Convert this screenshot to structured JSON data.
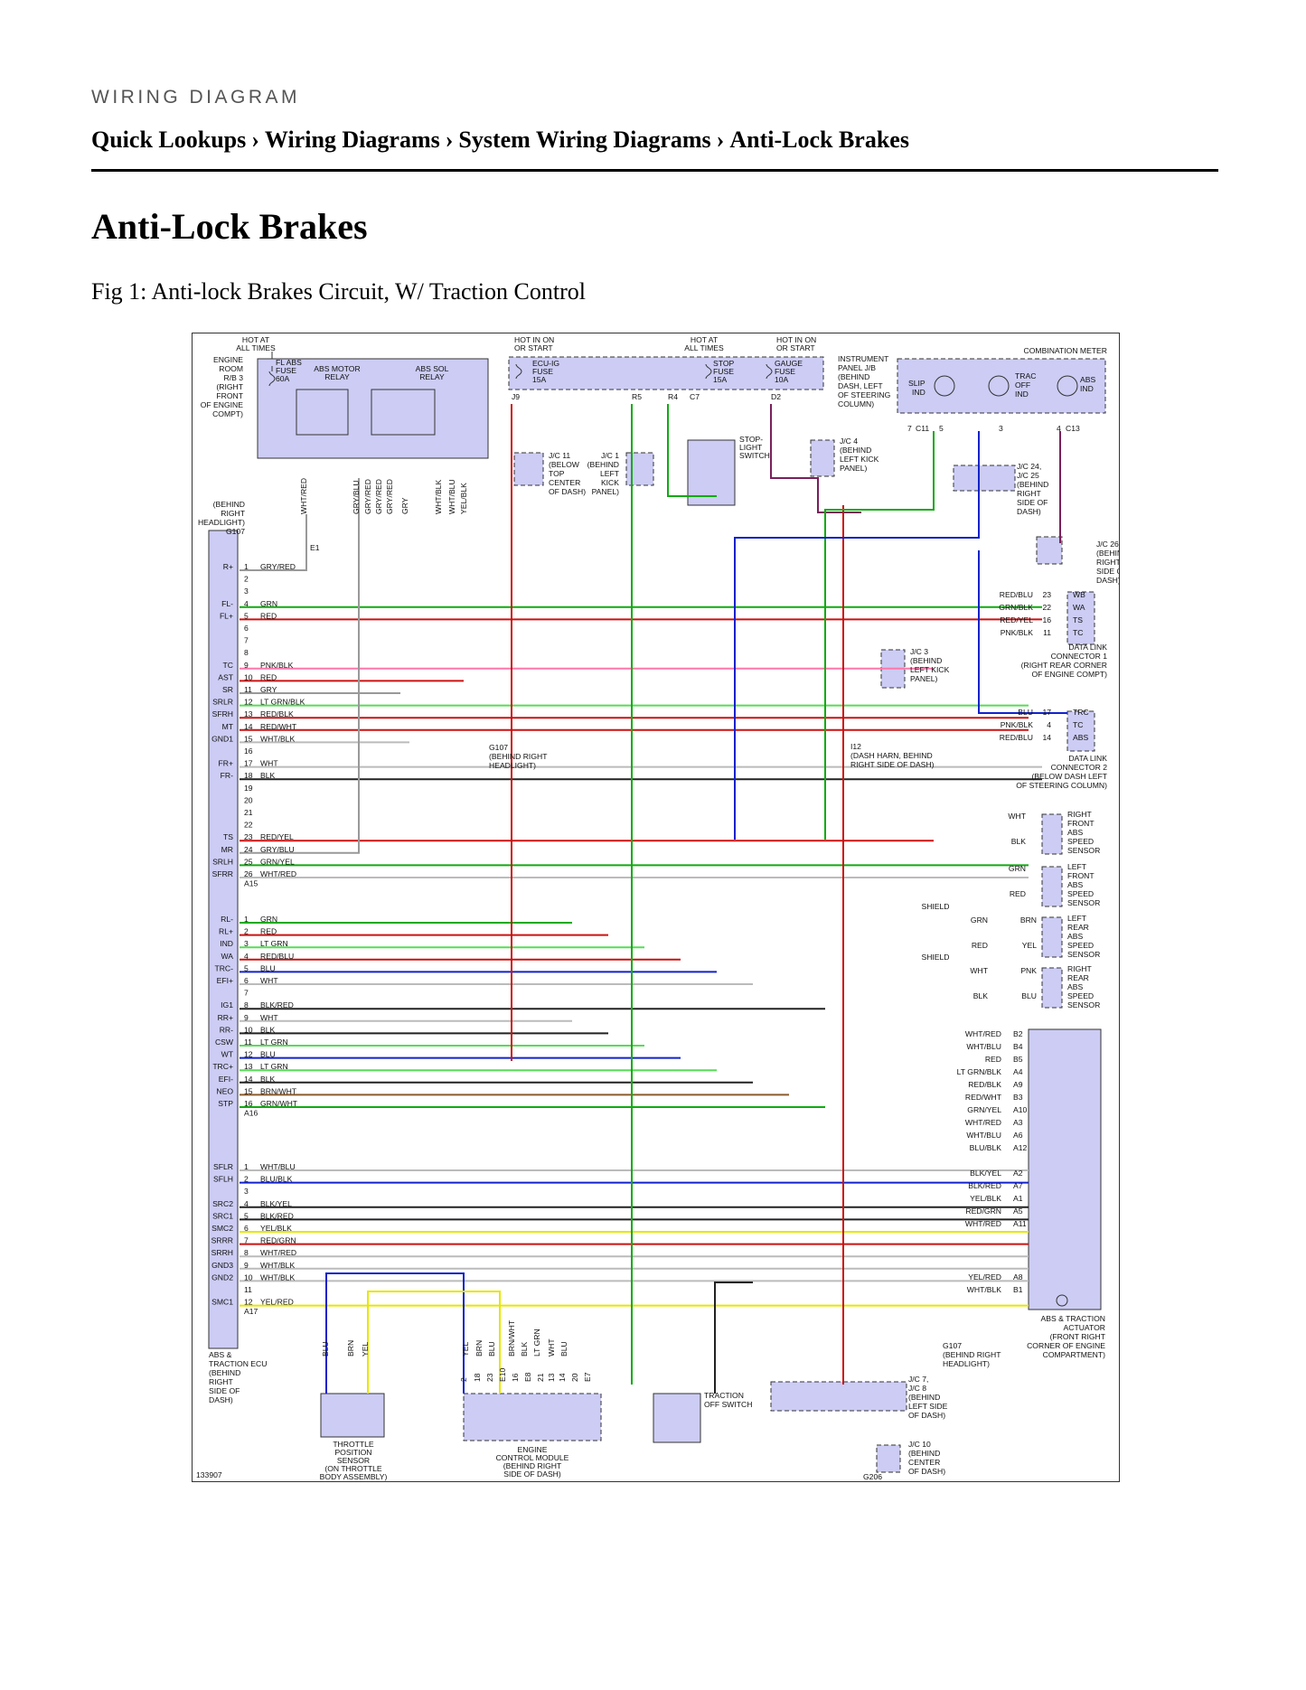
{
  "header": {
    "kicker": "WIRING DIAGRAM",
    "breadcrumb": [
      "Quick Lookups",
      "Wiring Diagrams",
      "System Wiring Diagrams",
      "Anti-Lock Brakes"
    ],
    "separator": "›"
  },
  "page_title": "Anti-Lock Brakes",
  "figure_caption": "Fig 1: Anti-lock Brakes Circuit, W/ Traction Control",
  "diagram": {
    "figure_id": "133907",
    "power": {
      "hot_all_times_left": [
        "HOT AT",
        "ALL TIMES"
      ],
      "hot_in_on_left": [
        "HOT IN ON",
        "OR START"
      ],
      "hot_all_times_mid": [
        "HOT AT",
        "ALL TIMES"
      ],
      "hot_in_on_right": [
        "HOT IN ON",
        "OR START"
      ]
    },
    "engine_room_rb": [
      "ENGINE",
      "ROOM",
      "R/B 3",
      "(RIGHT",
      "FRONT",
      "OF ENGINE",
      "COMPT)"
    ],
    "fl_abs_fuse": [
      "FL ABS",
      "FUSE",
      "60A"
    ],
    "abs_motor_relay": [
      "ABS MOTOR",
      "RELAY"
    ],
    "abs_sol_relay": [
      "ABS SOL",
      "RELAY"
    ],
    "ecu_ig_fuse": [
      "ECU-IG",
      "FUSE",
      "15A"
    ],
    "stop_fuse": [
      "STOP",
      "FUSE",
      "15A"
    ],
    "gauge_fuse": [
      "GAUGE",
      "FUSE",
      "10A"
    ],
    "instrument_jb": [
      "INSTRUMENT",
      "PANEL J/B",
      "(BEHIND",
      "DASH, LEFT",
      "OF STEERING",
      "COLUMN)"
    ],
    "combination_meter": "COMBINATION METER",
    "meter_lamps": [
      [
        "SLIP",
        "IND"
      ],
      [
        "TRAC",
        "OFF",
        "IND"
      ],
      [
        "ABS",
        "IND"
      ]
    ],
    "meter_pins": [
      "7",
      "C11",
      "5",
      "3",
      "4",
      "C13"
    ],
    "jb_pins": [
      "J9",
      "R5",
      "R4",
      "C7",
      "D2"
    ],
    "stop_light_switch": [
      "STOP-",
      "LIGHT",
      "SWITCH"
    ],
    "jc11": [
      "J/C 11",
      "(BELOW",
      "TOP",
      "CENTER",
      "OF DASH)"
    ],
    "jc1": [
      "J/C 1",
      "(BEHIND",
      "LEFT",
      "KICK",
      "PANEL)"
    ],
    "jc4": [
      "J/C 4",
      "(BEHIND",
      "LEFT KICK",
      "PANEL)"
    ],
    "jc24_25": [
      "J/C 24,",
      "J/C 25",
      "(BEHIND",
      "RIGHT",
      "SIDE OF",
      "DASH)"
    ],
    "jc26": [
      "J/C 26",
      "(BEHIND",
      "RIGHT",
      "SIDE OF",
      "DASH)"
    ],
    "jc3": [
      "J/C 3",
      "(BEHIND",
      "LEFT KICK",
      "PANEL)"
    ],
    "ground_g107_top": [
      "(BEHIND",
      "RIGHT",
      "HEADLIGHT)",
      "G107"
    ],
    "g107_mid": [
      "G107",
      "(BEHIND RIGHT",
      "HEADLIGHT)"
    ],
    "i12": [
      "I12",
      "(DASH HARN, BEHIND",
      "RIGHT SIDE OF DASH)"
    ],
    "data_link_1": [
      "DATA LINK",
      "CONNECTOR 1",
      "(RIGHT REAR CORNER",
      "OF ENGINE COMPT)"
    ],
    "data_link_2": [
      "DATA LINK",
      "CONNECTOR 2",
      "(BELOW DASH LEFT",
      "OF STEERING COLUMN)"
    ],
    "dlc1_pins": [
      {
        "wire": "RED/BLU",
        "pin": "23",
        "term": "WB"
      },
      {
        "wire": "GRN/BLK",
        "pin": "22",
        "term": "WA"
      },
      {
        "wire": "RED/YEL",
        "pin": "16",
        "term": "TS"
      },
      {
        "wire": "PNK/BLK",
        "pin": "11",
        "term": "TC"
      }
    ],
    "dlc2_pins": [
      {
        "wire": "BLU",
        "pin": "17",
        "term": "TRC"
      },
      {
        "wire": "PNK/BLK",
        "pin": "4",
        "term": "TC"
      },
      {
        "wire": "RED/BLU",
        "pin": "14",
        "term": "ABS"
      }
    ],
    "sensors": [
      {
        "name": [
          "RIGHT",
          "FRONT",
          "ABS",
          "SPEED",
          "SENSOR"
        ],
        "wires": [
          "WHT",
          "BLK"
        ]
      },
      {
        "name": [
          "LEFT",
          "FRONT",
          "ABS",
          "SPEED",
          "SENSOR"
        ],
        "wires": [
          "GRN",
          "RED"
        ]
      },
      {
        "name": [
          "LEFT",
          "REAR",
          "ABS",
          "SPEED",
          "SENSOR"
        ],
        "wires": [
          "GRN",
          "BRN",
          "RED",
          "YEL"
        ]
      },
      {
        "name": [
          "RIGHT",
          "REAR",
          "ABS",
          "SPEED",
          "SENSOR"
        ],
        "wires": [
          "WHT",
          "PNK",
          "BLK",
          "BLU"
        ]
      }
    ],
    "shield": "SHIELD",
    "ecu_label": [
      "ABS &",
      "TRACTION ECU",
      "(BEHIND",
      "RIGHT",
      "SIDE OF",
      "DASH)"
    ],
    "connector_a15": "A15",
    "connector_a16": "A16",
    "connector_a17": "A17",
    "a15_rows": [
      {
        "n": "1",
        "t": "R+",
        "w": "GRY/RED"
      },
      {
        "n": "2",
        "t": "",
        "w": ""
      },
      {
        "n": "3",
        "t": "",
        "w": ""
      },
      {
        "n": "4",
        "t": "FL-",
        "w": "GRN"
      },
      {
        "n": "5",
        "t": "FL+",
        "w": "RED"
      },
      {
        "n": "6",
        "t": "",
        "w": ""
      },
      {
        "n": "7",
        "t": "",
        "w": ""
      },
      {
        "n": "8",
        "t": "",
        "w": ""
      },
      {
        "n": "9",
        "t": "TC",
        "w": "PNK/BLK"
      },
      {
        "n": "10",
        "t": "AST",
        "w": "RED"
      },
      {
        "n": "11",
        "t": "SR",
        "w": "GRY"
      },
      {
        "n": "12",
        "t": "SRLR",
        "w": "LT GRN/BLK"
      },
      {
        "n": "13",
        "t": "SFRH",
        "w": "RED/BLK"
      },
      {
        "n": "14",
        "t": "MT",
        "w": "RED/WHT"
      },
      {
        "n": "15",
        "t": "GND1",
        "w": "WHT/BLK"
      },
      {
        "n": "16",
        "t": "",
        "w": ""
      },
      {
        "n": "17",
        "t": "FR+",
        "w": "WHT"
      },
      {
        "n": "18",
        "t": "FR-",
        "w": "BLK"
      },
      {
        "n": "19",
        "t": "",
        "w": ""
      },
      {
        "n": "20",
        "t": "",
        "w": ""
      },
      {
        "n": "21",
        "t": "",
        "w": ""
      },
      {
        "n": "22",
        "t": "",
        "w": ""
      },
      {
        "n": "23",
        "t": "TS",
        "w": "RED/YEL"
      },
      {
        "n": "24",
        "t": "MR",
        "w": "GRY/BLU"
      },
      {
        "n": "25",
        "t": "SRLH",
        "w": "GRN/YEL"
      },
      {
        "n": "26",
        "t": "SFRR",
        "w": "WHT/RED"
      }
    ],
    "a16_rows": [
      {
        "n": "1",
        "t": "RL-",
        "w": "GRN"
      },
      {
        "n": "2",
        "t": "RL+",
        "w": "RED"
      },
      {
        "n": "3",
        "t": "IND",
        "w": "LT GRN"
      },
      {
        "n": "4",
        "t": "WA",
        "w": "RED/BLU"
      },
      {
        "n": "5",
        "t": "TRC-",
        "w": "BLU"
      },
      {
        "n": "6",
        "t": "EFI+",
        "w": "WHT"
      },
      {
        "n": "7",
        "t": "",
        "w": ""
      },
      {
        "n": "8",
        "t": "IG1",
        "w": "BLK/RED"
      },
      {
        "n": "9",
        "t": "RR+",
        "w": "WHT"
      },
      {
        "n": "10",
        "t": "RR-",
        "w": "BLK"
      },
      {
        "n": "11",
        "t": "CSW",
        "w": "LT GRN"
      },
      {
        "n": "12",
        "t": "WT",
        "w": "BLU"
      },
      {
        "n": "13",
        "t": "TRC+",
        "w": "LT GRN"
      },
      {
        "n": "14",
        "t": "EFI-",
        "w": "BLK"
      },
      {
        "n": "15",
        "t": "NEO",
        "w": "BRN/WHT"
      },
      {
        "n": "16",
        "t": "STP",
        "w": "GRN/WHT"
      }
    ],
    "a17_rows": [
      {
        "n": "1",
        "t": "SFLR",
        "w": "WHT/BLU"
      },
      {
        "n": "2",
        "t": "SFLH",
        "w": "BLU/BLK"
      },
      {
        "n": "3",
        "t": "",
        "w": ""
      },
      {
        "n": "4",
        "t": "SRC2",
        "w": "BLK/YEL"
      },
      {
        "n": "5",
        "t": "SRC1",
        "w": "BLK/RED"
      },
      {
        "n": "6",
        "t": "SMC2",
        "w": "YEL/BLK"
      },
      {
        "n": "7",
        "t": "SRRR",
        "w": "RED/GRN"
      },
      {
        "n": "8",
        "t": "SRRH",
        "w": "WHT/RED"
      },
      {
        "n": "9",
        "t": "GND3",
        "w": "WHT/BLK"
      },
      {
        "n": "10",
        "t": "GND2",
        "w": "WHT/BLK"
      },
      {
        "n": "11",
        "t": "",
        "w": ""
      },
      {
        "n": "12",
        "t": "SMC1",
        "w": "YEL/RED"
      }
    ],
    "actuator_pins": [
      {
        "w": "WHT/RED",
        "p": "B2"
      },
      {
        "w": "WHT/BLU",
        "p": "B4"
      },
      {
        "w": "RED",
        "p": "B5"
      },
      {
        "w": "LT GRN/BLK",
        "p": "A4"
      },
      {
        "w": "RED/BLK",
        "p": "A9"
      },
      {
        "w": "RED/WHT",
        "p": "B3"
      },
      {
        "w": "GRN/YEL",
        "p": "A10"
      },
      {
        "w": "WHT/RED",
        "p": "A3"
      },
      {
        "w": "WHT/BLU",
        "p": "A6"
      },
      {
        "w": "BLU/BLK",
        "p": "A12"
      },
      {
        "w": "BLK/YEL",
        "p": "A2"
      },
      {
        "w": "BLK/RED",
        "p": "A7"
      },
      {
        "w": "YEL/BLK",
        "p": "A1"
      },
      {
        "w": "RED/GRN",
        "p": "A5"
      },
      {
        "w": "WHT/RED",
        "p": "A11"
      },
      {
        "w": "YEL/RED",
        "p": "A8"
      },
      {
        "w": "WHT/BLK",
        "p": "B1"
      }
    ],
    "actuator_label": [
      "ABS & TRACTION",
      "ACTUATOR",
      "(FRONT RIGHT",
      "CORNER OF ENGINE",
      "COMPARTMENT)"
    ],
    "throttle_sensor": [
      "THROTTLE",
      "POSITION",
      "SENSOR",
      "(ON THROTTLE",
      "BODY ASSEMBLY)"
    ],
    "engine_module": [
      "ENGINE",
      "CONTROL MODULE",
      "(BEHIND RIGHT",
      "SIDE OF DASH)"
    ],
    "traction_switch": [
      "TRACTION",
      "OFF SWITCH"
    ],
    "jc7_8": [
      "J/C 7,",
      "J/C 8",
      "(BEHIND",
      "LEFT SIDE",
      "OF DASH)"
    ],
    "jc10": [
      "J/C 10",
      "(BEHIND",
      "CENTER",
      "OF DASH)"
    ],
    "g107_bottom": [
      "G107",
      "(BEHIND RIGHT",
      "HEADLIGHT)"
    ],
    "g206": "G206",
    "e1": "E1",
    "relay_wires": [
      "WHT/RED",
      "GRY/BLU",
      "GRY/RED",
      "GRY/RED",
      "GRY/RED",
      "GRY",
      "WHT/BLK",
      "WHT/BLU",
      "YEL/BLK"
    ],
    "throttle_wires": [
      "BLU",
      "BRN",
      "YEL"
    ],
    "ecm_wires": [
      "YEL",
      "BRN",
      "BLU",
      "BRN/WHT",
      "BLK",
      "LT GRN",
      "WHT",
      "BLU"
    ],
    "ecm_pins": [
      "2",
      "18",
      "23",
      "E10",
      "16",
      "E8",
      "21",
      "13",
      "14",
      "20",
      "E7"
    ]
  }
}
